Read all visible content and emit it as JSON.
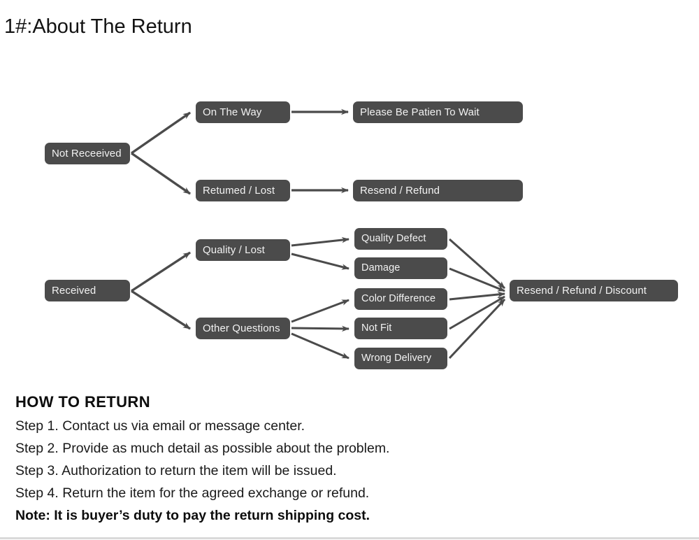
{
  "page": {
    "title": "1#:About The Return",
    "background_color": "#ffffff",
    "node_color": "#4b4b4b",
    "node_text_color": "#f2f2f2",
    "arrow_color": "#4b4b4b"
  },
  "flowchart": {
    "type": "diagram",
    "group_not_received": {
      "root": {
        "label": "Not Receeived"
      },
      "branches": [
        {
          "label": "On The Way",
          "result": "Please Be Patien To Wait"
        },
        {
          "label": "Retumed / Lost",
          "result": "Resend / Refund"
        }
      ]
    },
    "group_received": {
      "root": {
        "label": "Received"
      },
      "branches": [
        {
          "label": "Quality / Lost",
          "reasons": [
            "Quality Defect",
            "Damage"
          ]
        },
        {
          "label": "Other Questions",
          "reasons": [
            "Color Difference",
            "Not Fit",
            "Wrong Delivery"
          ]
        }
      ],
      "result": "Resend / Refund / Discount"
    }
  },
  "howto": {
    "heading": "HOW TO RETURN",
    "steps": [
      "Step 1. Contact us via email or message center.",
      "Step 2. Provide as much detail as possible about the problem.",
      "Step 3. Authorization to return the item will be issued.",
      "Step 4. Return the item for the agreed exchange or refund."
    ],
    "note": "Note: It is buyer’s duty to pay the return shipping cost."
  }
}
